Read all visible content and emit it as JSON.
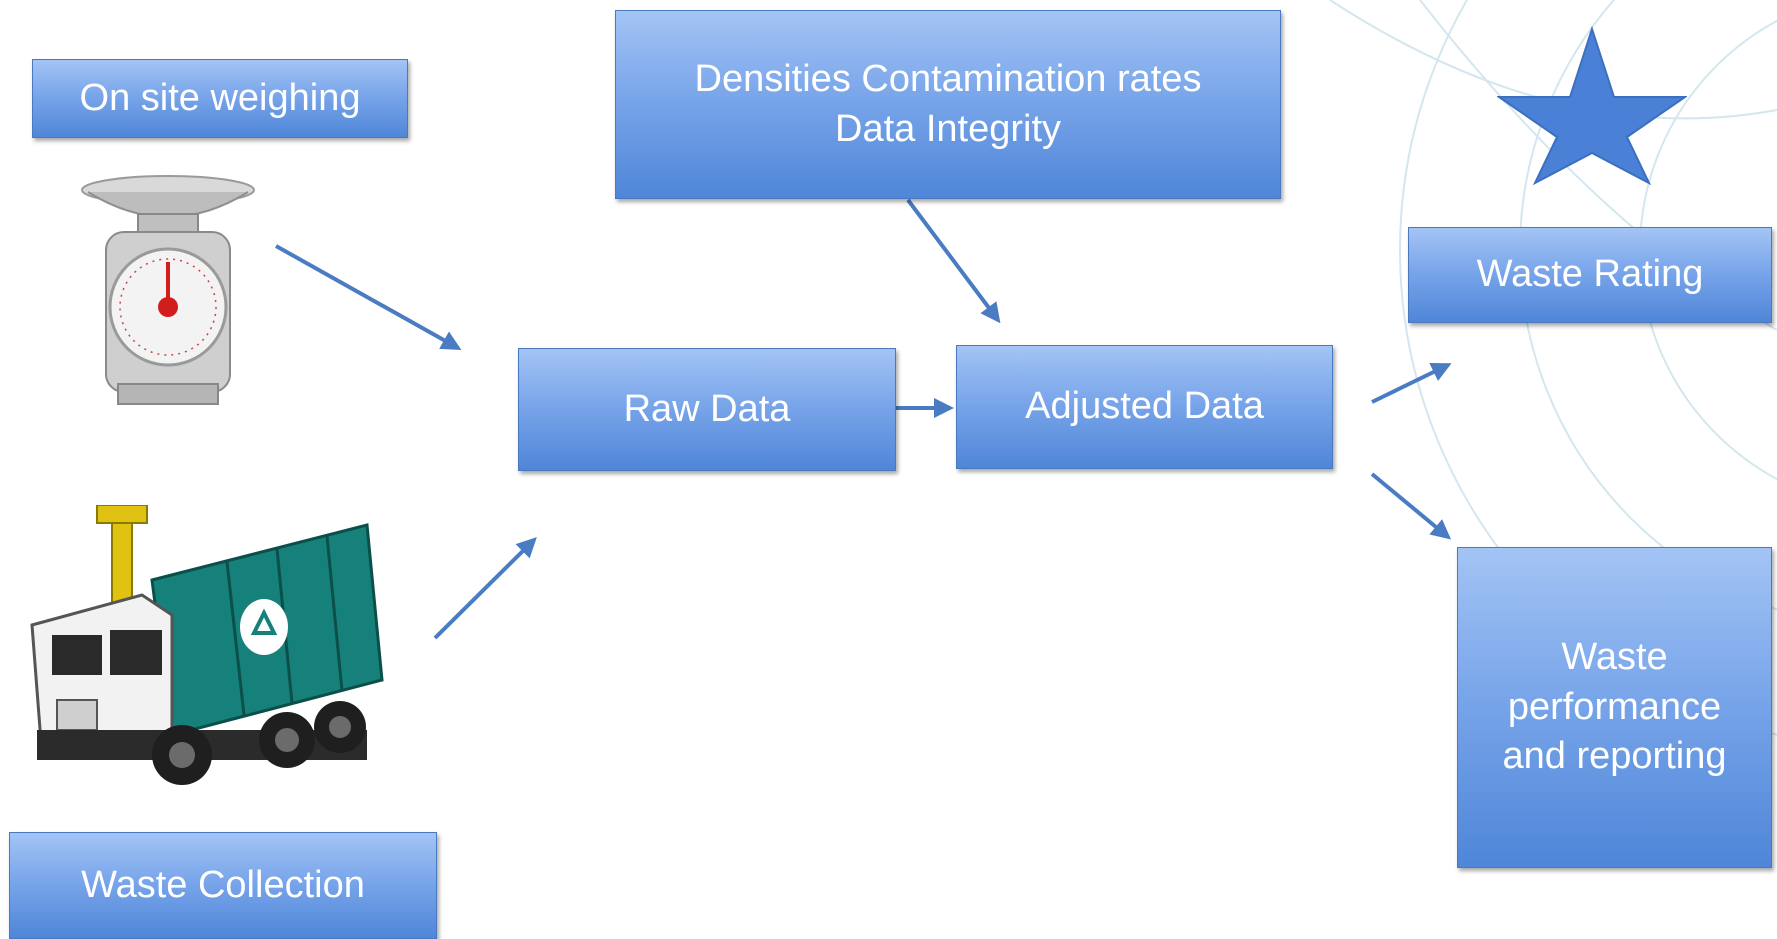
{
  "labels": {
    "on_site_weighing": "On site weighing",
    "densities_line1": "Densities Contamination rates",
    "densities_line2": "Data Integrity",
    "waste_rating": "Waste Rating",
    "raw_data": "Raw Data",
    "adjusted_data": "Adjusted Data",
    "waste_collection": "Waste Collection",
    "waste_performance": "Waste performance and reporting"
  },
  "icons": {
    "star": "star-icon",
    "scale": "kitchen-scale-icon",
    "truck": "garbage-truck-icon",
    "arrow": "arrow-icon"
  },
  "colors": {
    "box_top": "#a3c4f5",
    "box_bottom": "#4f86d8",
    "box_border": "#4a79c0",
    "arrow": "#4a7cc4",
    "star": "#4a80d6",
    "truck_body": "#16807a"
  }
}
